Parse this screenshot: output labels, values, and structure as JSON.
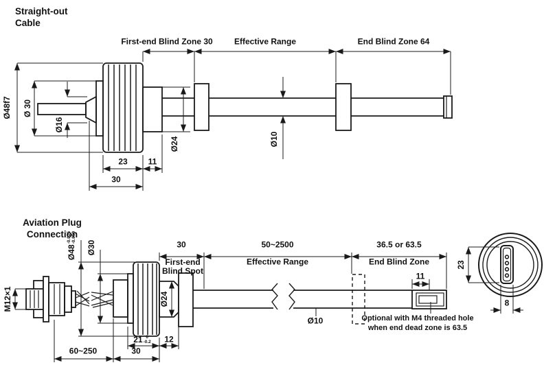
{
  "colors": {
    "line": "#1a1a1a",
    "background": "#ffffff"
  },
  "drawing1": {
    "title": [
      "Straight-out",
      "Cable"
    ],
    "labels": {
      "first_blind_zone": "First-end Blind Zone 30",
      "effective_range": "Effective Range",
      "end_blind_zone": "End Blind Zone 64",
      "dia_48": "Ø48f7",
      "dia_30": "Ø 30",
      "dia_16": "Ø16",
      "dia_24": "Ø24",
      "dia_10": "Ø10",
      "len_23": "23",
      "len_11": "11",
      "len_30": "30"
    }
  },
  "drawing2": {
    "title": [
      "Aviation Plug",
      "Connection"
    ],
    "labels": {
      "thread": "M12×1",
      "dia_48": "Ø48",
      "dia_48_tol_upper": "-0.025",
      "dia_48_tol_lower": "-0.050",
      "dia_30": "Ø30",
      "dia_24": "Ø24",
      "dia_10": "Ø10",
      "blind_len": "30",
      "blind_line1": "First-end",
      "blind_line2": "Blind Spot",
      "range_len": "50~2500",
      "range_name": "Effective Range",
      "end_len": "36.5 or 63.5",
      "end_name": "End Blind Zone",
      "cap_len": "11",
      "body_len": "21",
      "body_tol_upper": "0",
      "body_tol_lower": "-0.2",
      "step_len": "12",
      "head_len": "30",
      "cable_len": "60~250",
      "note_1": "Optional with M4 threaded hole",
      "note_2": "when end dead zone is 63.5"
    },
    "end_view": {
      "height": "23",
      "width": "8"
    }
  }
}
